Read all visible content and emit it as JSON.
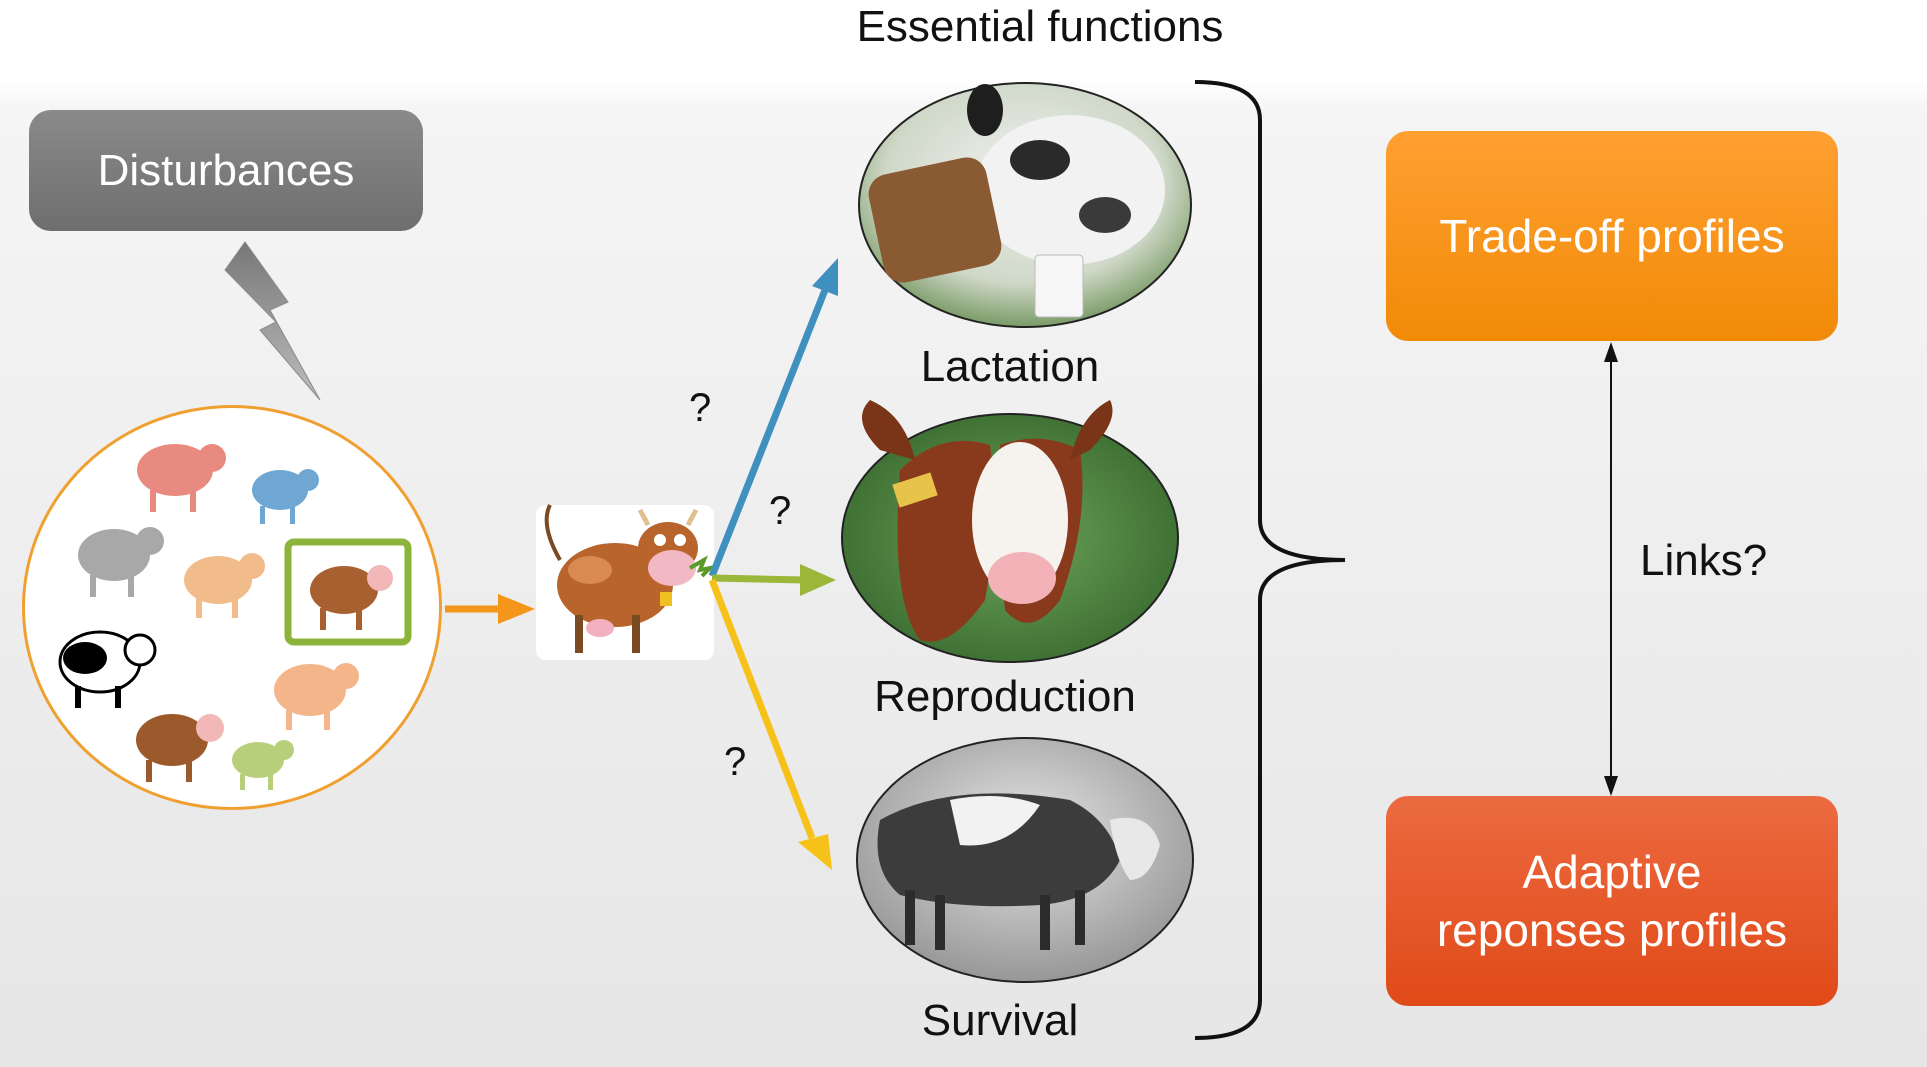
{
  "title": "Essential functions",
  "disturbances": {
    "label": "Disturbances"
  },
  "functions": [
    {
      "label": "Lactation"
    },
    {
      "label": "Reproduction"
    },
    {
      "label": "Survival"
    }
  ],
  "question_marks": [
    "?",
    "?",
    "?"
  ],
  "profiles": {
    "tradeoff": "Trade-off profiles",
    "adaptive_line1": "Adaptive",
    "adaptive_line2": "reponses profiles"
  },
  "links_label": "Links?",
  "colors": {
    "lactation_arrow": "#3f8fbf",
    "reproduction_arrow": "#9ab73a",
    "survival_arrow": "#f6c21a",
    "herd_arrow": "#f39619",
    "tradeoff_box": "#f7910f",
    "adaptive_box": "#e4531f",
    "disturbances_box": "#7a7a7a"
  }
}
